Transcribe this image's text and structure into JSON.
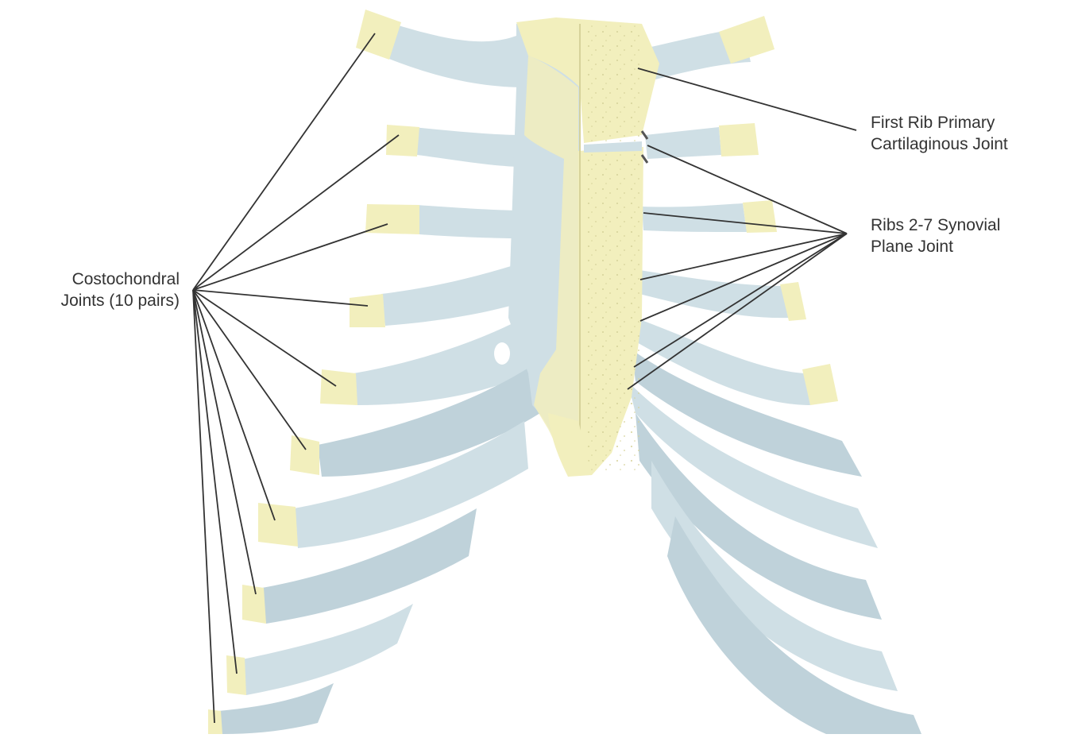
{
  "diagram": {
    "labels": {
      "costochondral": [
        "Costochondral",
        "Joints (10 pairs)"
      ],
      "first_rib": [
        "First Rib Primary",
        "Cartilaginous Joint"
      ],
      "ribs_2_7": [
        "Ribs 2-7 Synovial",
        "Plane Joint"
      ]
    },
    "colors": {
      "bone": "#cfdfe5",
      "bone_shadow": "#bfd2da",
      "cartilage": "#f2efbd",
      "cartilage_dots": "#d6d29a",
      "leader_line": "#333333",
      "text": "#333333"
    }
  }
}
